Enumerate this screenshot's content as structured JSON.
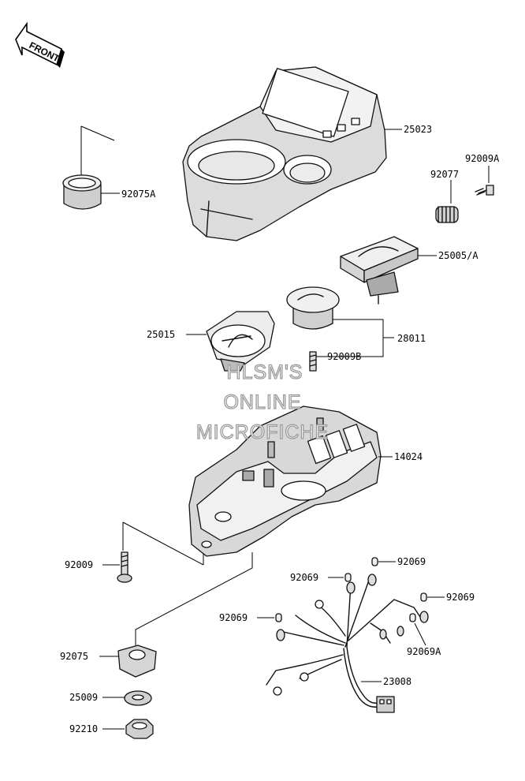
{
  "front_arrow": {
    "label": "FRONT"
  },
  "watermark": {
    "lines": [
      "HLSM'S",
      "ONLINE",
      "MICROFICHE"
    ]
  },
  "parts": {
    "meter_case_cover": "25023",
    "cap_left": "92075A",
    "bolt_top_right": "92009A",
    "gear": "92077",
    "fuel_gauge": "25005/A",
    "tachometer": "25015",
    "meter_unit": "28011",
    "bolt_mid": "92009B",
    "meter_case_lower": "14024",
    "bolt_lower_left": "92009",
    "bushing_a": "92069",
    "bushing_b": "92069",
    "bushing_c": "92069",
    "bushing_d": "92069",
    "bushing_e": "92069A",
    "mount_rubber": "92075",
    "washer": "25009",
    "nut": "92210",
    "wire_harness": "23008"
  },
  "colors": {
    "line": "#111111",
    "shade": "#d9d9d9",
    "watermark": "#9a9a9a"
  }
}
